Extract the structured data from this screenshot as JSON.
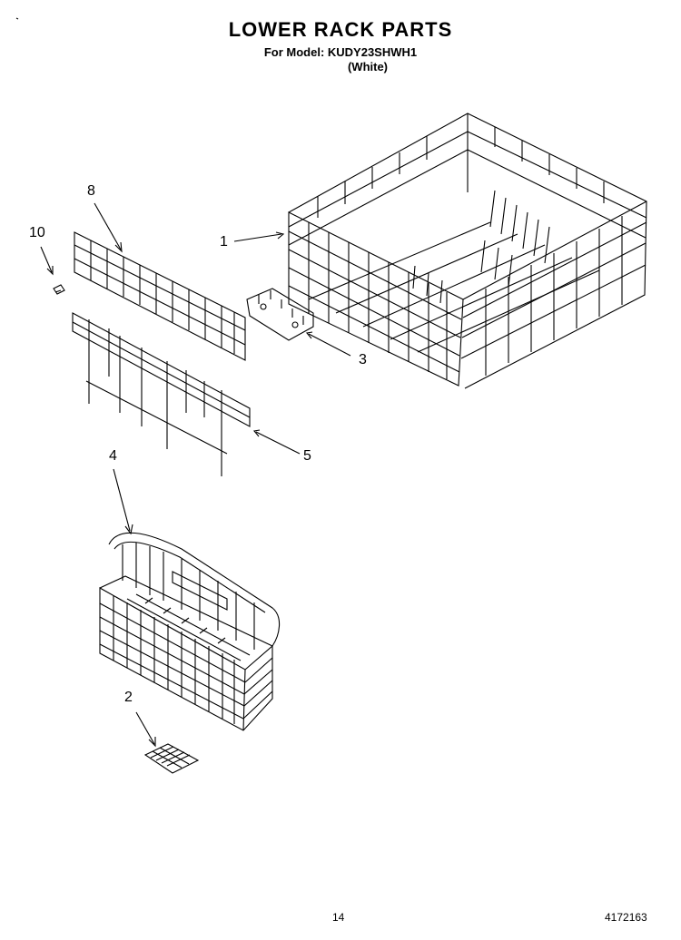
{
  "header": {
    "title": "LOWER RACK PARTS",
    "model_line": "For Model: KUDY23SHWH1",
    "variant": "(White)"
  },
  "callouts": {
    "c1": "1",
    "c2": "2",
    "c3": "3",
    "c4": "4",
    "c5": "5",
    "c8": "8",
    "c10": "10"
  },
  "footer": {
    "page_number": "14",
    "doc_number": "4172163"
  }
}
